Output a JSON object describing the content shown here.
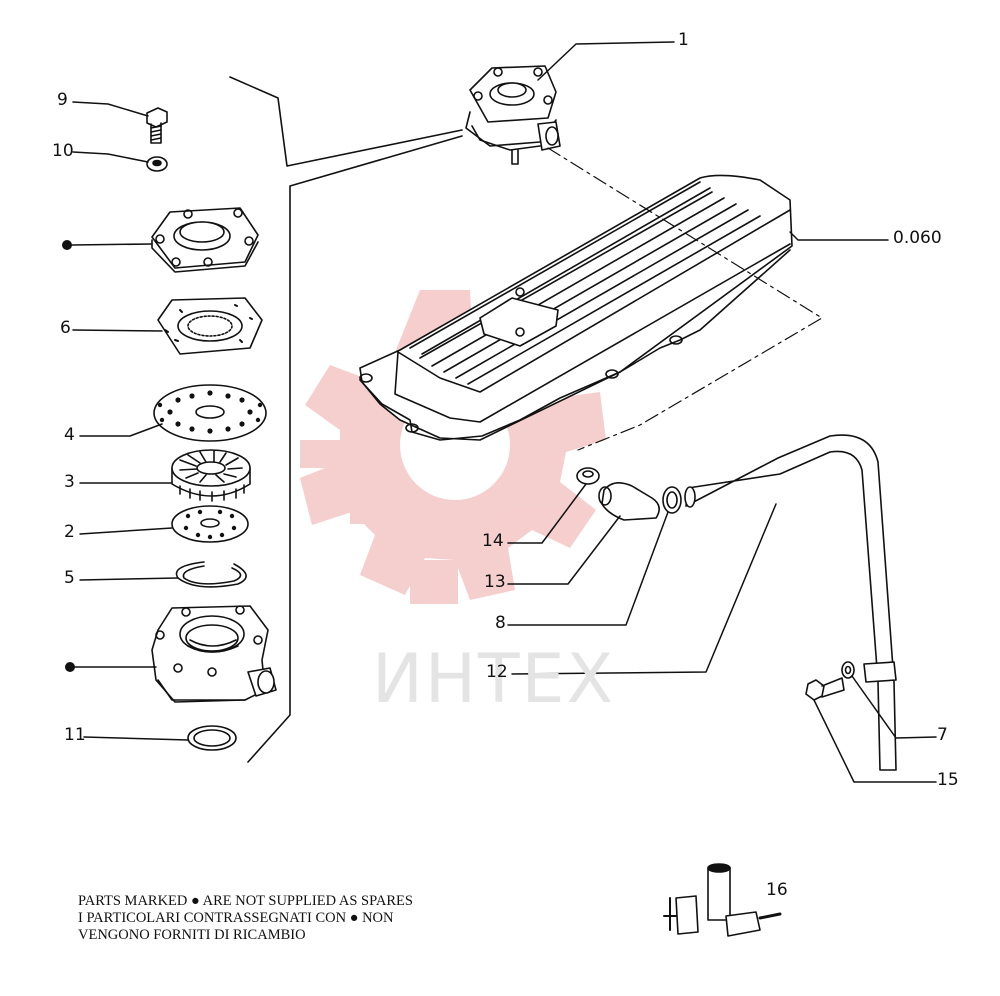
{
  "callouts": {
    "c1": "1",
    "c0060": "0.060",
    "c9": "9",
    "c10": "10",
    "c6": "6",
    "c4": "4",
    "c3": "3",
    "c2": "2",
    "c5": "5",
    "c11": "11",
    "c14": "14",
    "c13": "13",
    "c8": "8",
    "c12": "12",
    "c7": "7",
    "c15": "15",
    "c16": "16"
  },
  "note": {
    "line1": "PARTS MARKED ● ARE NOT SUPPLIED AS SPARES",
    "line2": "I PARTICOLARI CONTRASSEGNATI CON ● NON",
    "line3": "VENGONO FORNITI DI RICAMBIO"
  },
  "watermark": "ИНТЕХ",
  "colors": {
    "ink": "#111111",
    "watermark_gear": "#f4c6c6",
    "watermark_text": "#e4e4e4"
  }
}
